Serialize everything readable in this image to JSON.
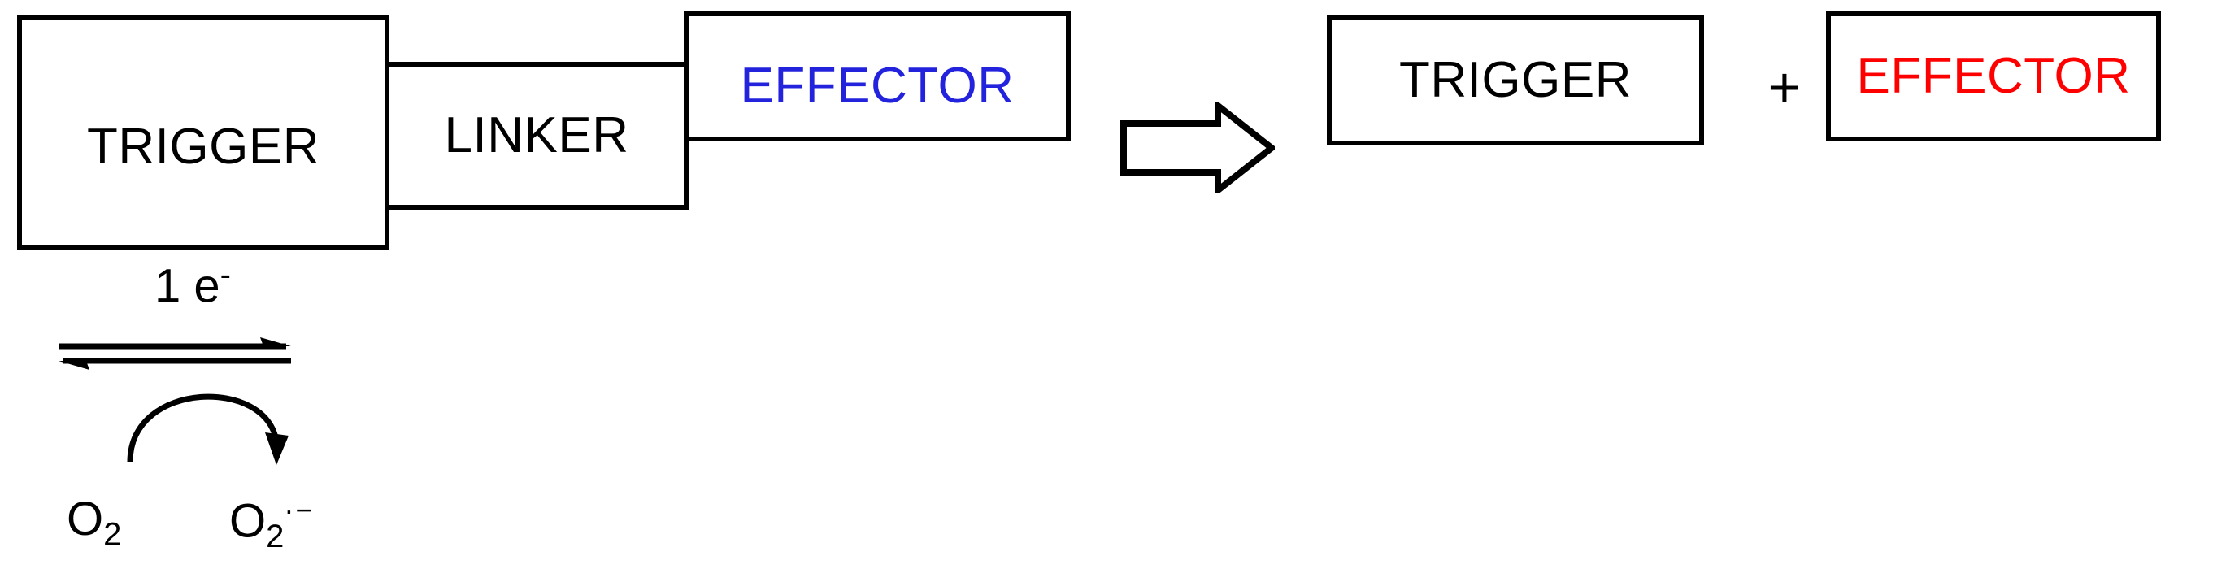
{
  "diagram": {
    "title": "Trigger-linker-effector bioreductive prodrug fragmentation scheme",
    "left_assembly": {
      "trigger": {
        "label": "TRIGGER",
        "text_color": "#000000"
      },
      "linker": {
        "label": "LINKER",
        "text_color": "#000000"
      },
      "effector": {
        "label": "EFFECTOR",
        "text_color": "#2323dd"
      }
    },
    "transform_arrow": {
      "name": "hollow-right-arrow",
      "direction": "right"
    },
    "right_products": {
      "trigger": {
        "label": "TRIGGER",
        "text_color": "#000000"
      },
      "plus": "+",
      "effector": {
        "label": "EFFECTOR",
        "text_color": "#fe0000"
      }
    },
    "redox_cycle": {
      "electron_label": {
        "count": "1",
        "species": "e",
        "charge": "-"
      },
      "equilibrium_arrow": {
        "name": "equilibrium-double-arrow"
      },
      "curved_arrow": {
        "name": "curved-arrow-o2-to-superoxide"
      },
      "reactant": {
        "formula": "O",
        "subscript": "2",
        "charge": ""
      },
      "product": {
        "formula": "O",
        "subscript": "2",
        "charge": "·−"
      }
    },
    "colors": {
      "outline": "#000000",
      "effector_bound": "#2323dd",
      "effector_released": "#fe0000",
      "background": "#ffffff"
    }
  }
}
